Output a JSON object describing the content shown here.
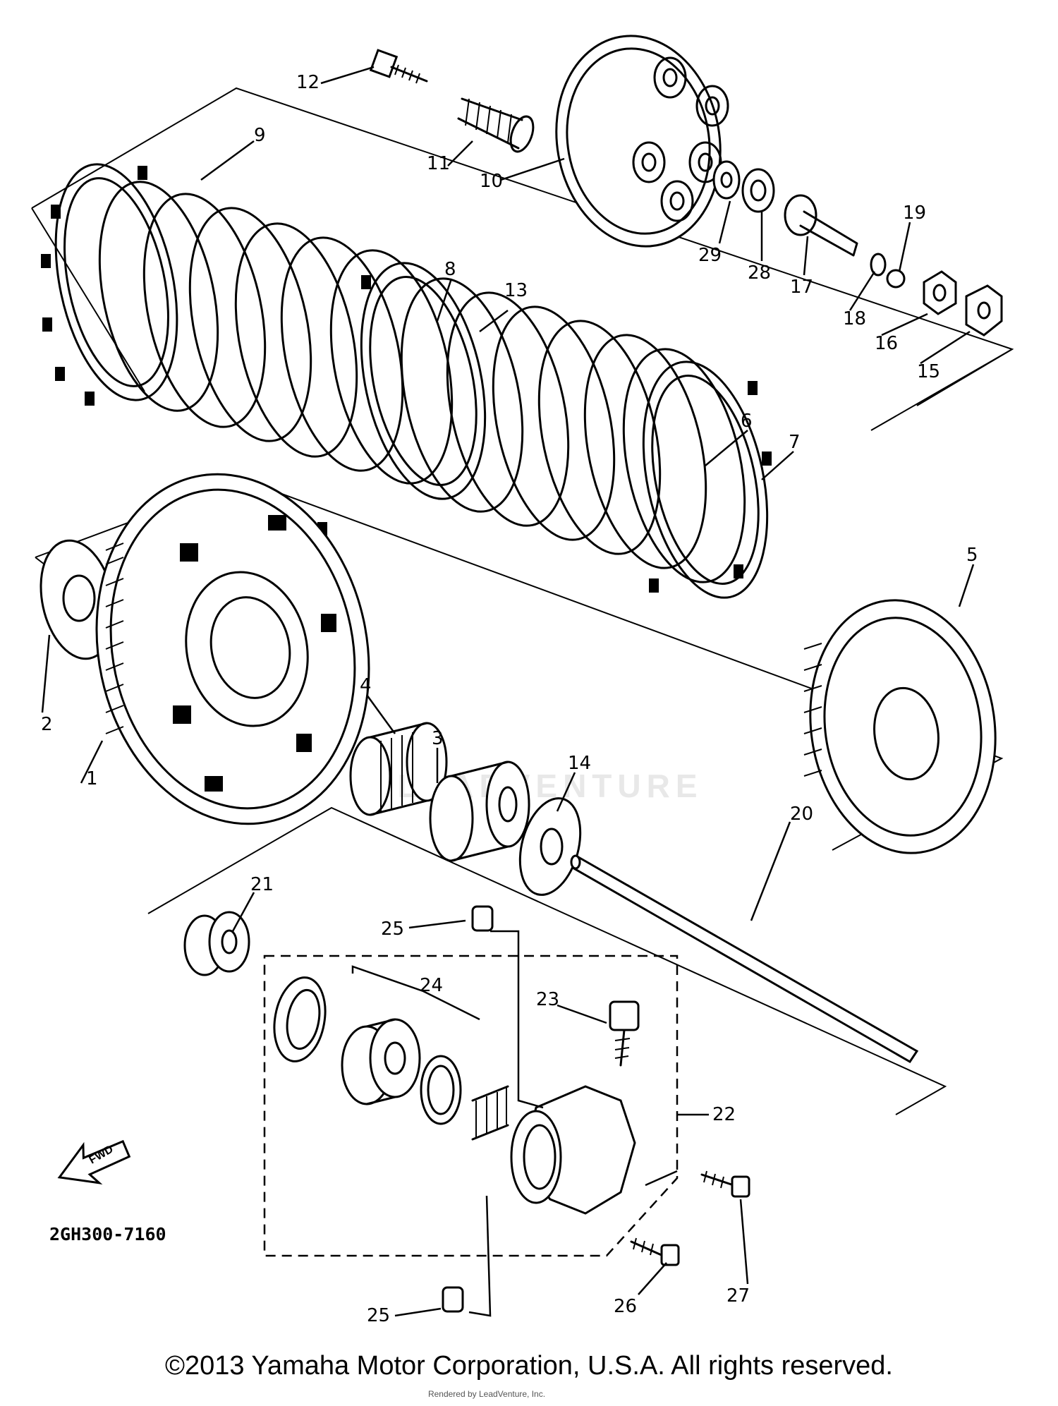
{
  "drawing_code": "2GH300-7160",
  "fwd_label": "FWD",
  "copyright": "©2013 Yamaha Motor Corporation, U.S.A. All rights reserved.",
  "credit": "Rendered by LeadVenture, Inc.",
  "watermark": "LEADVENTURE",
  "callouts": [
    "1",
    "2",
    "3",
    "4",
    "5",
    "6",
    "7",
    "8",
    "9",
    "10",
    "11",
    "12",
    "13",
    "14",
    "15",
    "16",
    "17",
    "18",
    "19",
    "20",
    "21",
    "22",
    "23",
    "24",
    "25",
    "25",
    "26",
    "27",
    "28",
    "29"
  ]
}
